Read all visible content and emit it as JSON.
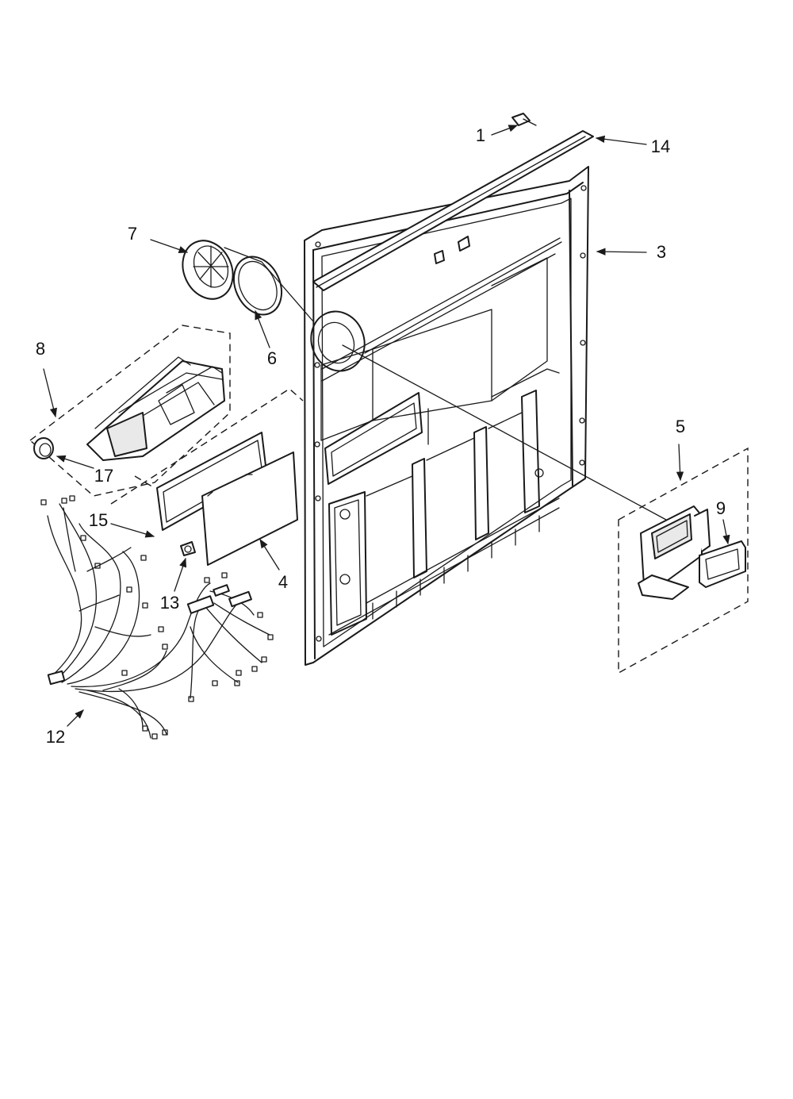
{
  "diagram": {
    "callouts": [
      "1",
      "14",
      "3",
      "7",
      "6",
      "8",
      "17",
      "15",
      "13",
      "4",
      "12",
      "5",
      "9"
    ]
  }
}
